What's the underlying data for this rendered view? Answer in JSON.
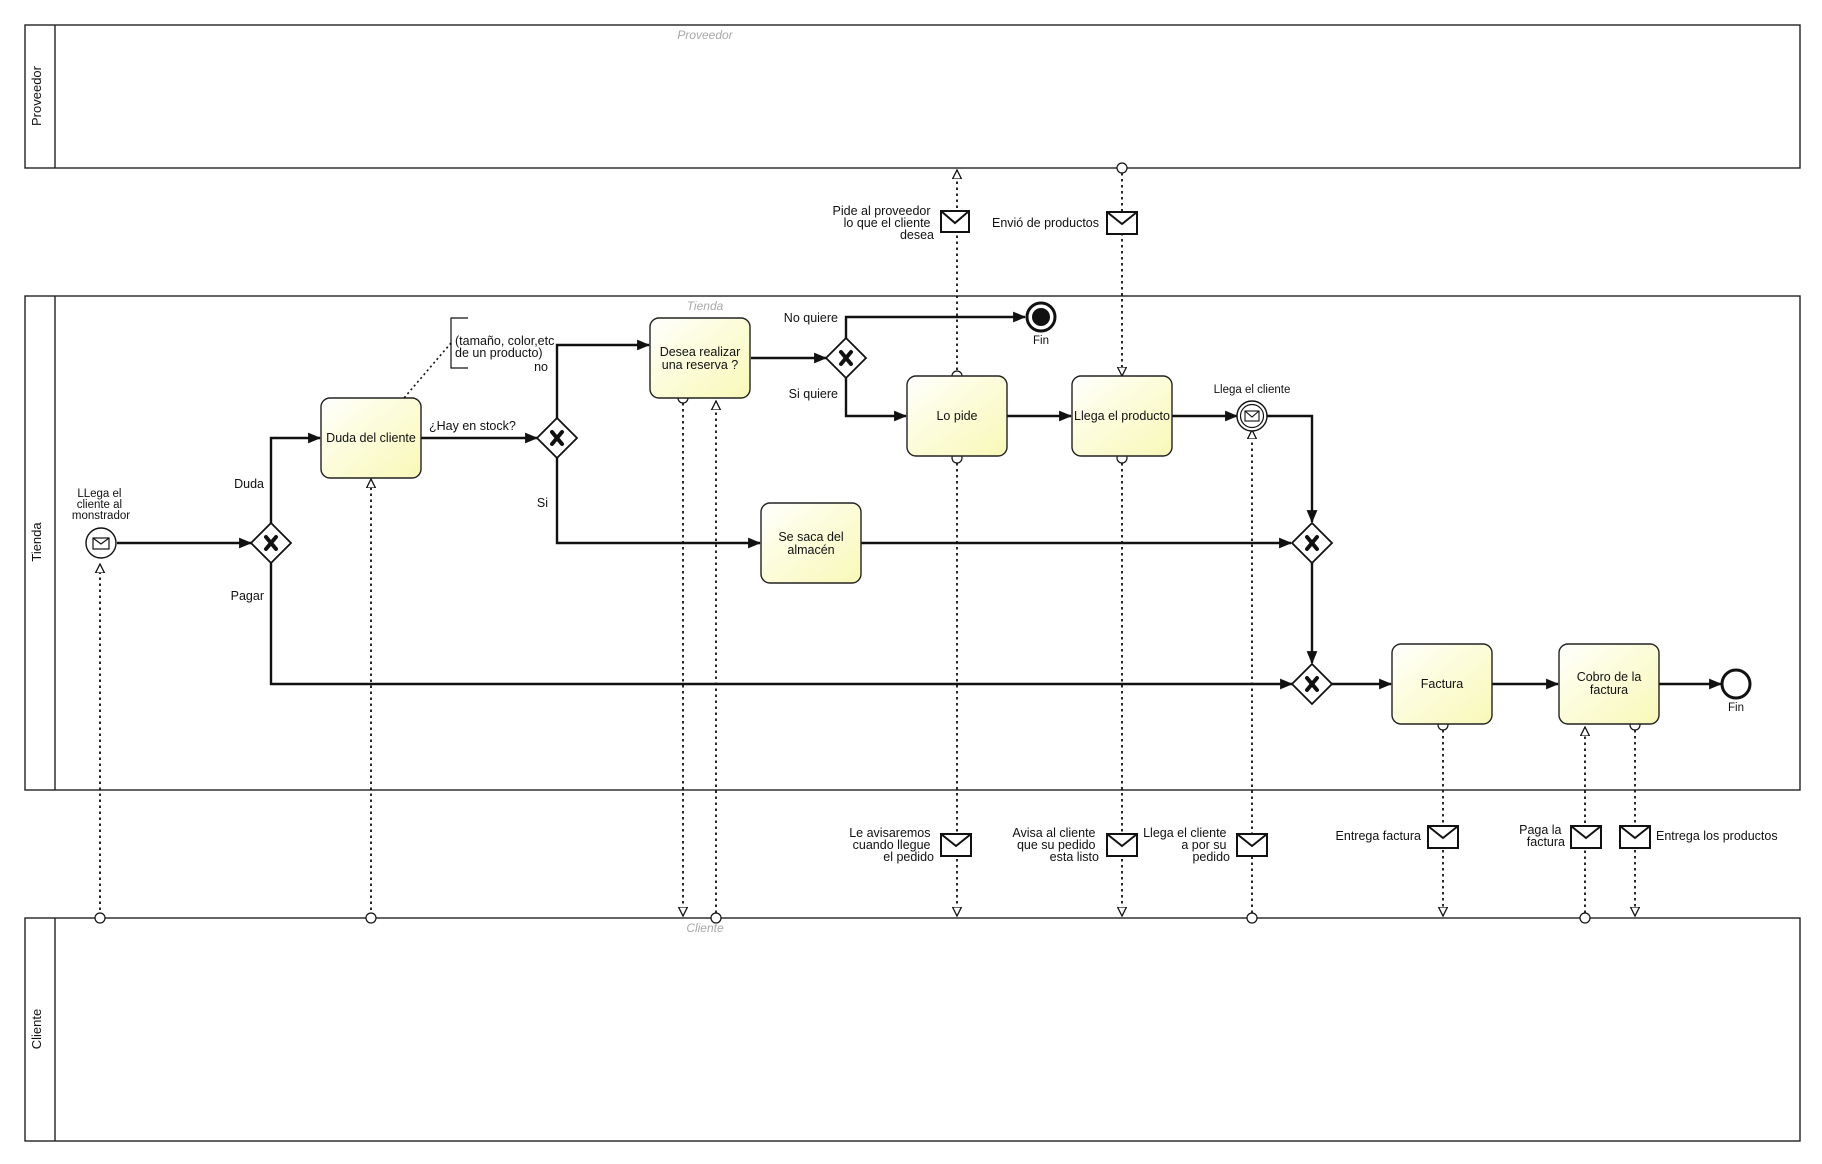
{
  "colors": {
    "task_fill_start": "#ffffff",
    "task_fill_end": "#fbfbc6",
    "line": "#111111",
    "ghost_label": "#a8a8a8"
  },
  "pools": {
    "proveedor": {
      "label": "Proveedor",
      "ghost": "Proveedor"
    },
    "tienda": {
      "label": "Tienda",
      "ghost": "Tienda"
    },
    "cliente": {
      "label": "Cliente",
      "ghost": "Cliente"
    }
  },
  "events": {
    "start": [
      "LLega el",
      "cliente al",
      "monstrador"
    ],
    "end_top": "Fin",
    "end_bottom": "Fin",
    "intermediate": "Llega el cliente"
  },
  "tasks": {
    "duda": [
      "Duda del cliente"
    ],
    "reserva": [
      "Desea realizar",
      "una reserva ?"
    ],
    "saca": [
      "Se saca del",
      "almacén"
    ],
    "pide": [
      "Lo pide"
    ],
    "llega": [
      "Llega el producto"
    ],
    "factura": [
      "Factura"
    ],
    "cobro": [
      "Cobro de la",
      "factura"
    ]
  },
  "annotation": [
    "(tamaño, color,etc",
    "de un producto)"
  ],
  "flow_labels": {
    "duda": "Duda",
    "pagar": "Pagar",
    "stock": "¿Hay en stock?",
    "no": "no",
    "si": "Si",
    "no_quiere": "No quiere",
    "si_quiere": "Si quiere"
  },
  "messages": {
    "pide_proveedor": [
      "Pide al proveedor",
      "lo que el cliente",
      "desea"
    ],
    "envio": [
      "Envió de productos"
    ],
    "avisaremos": [
      "Le avisaremos",
      "cuando llegue",
      "el pedido"
    ],
    "avisa": [
      "Avisa al cliente",
      "que su pedido",
      "esta listo"
    ],
    "llega_cliente": [
      "Llega el cliente",
      "a por su",
      "pedido"
    ],
    "entrega_factura": [
      "Entrega factura"
    ],
    "paga": [
      "Paga la",
      "factura"
    ],
    "entrega_productos": [
      "Entrega los productos"
    ]
  }
}
